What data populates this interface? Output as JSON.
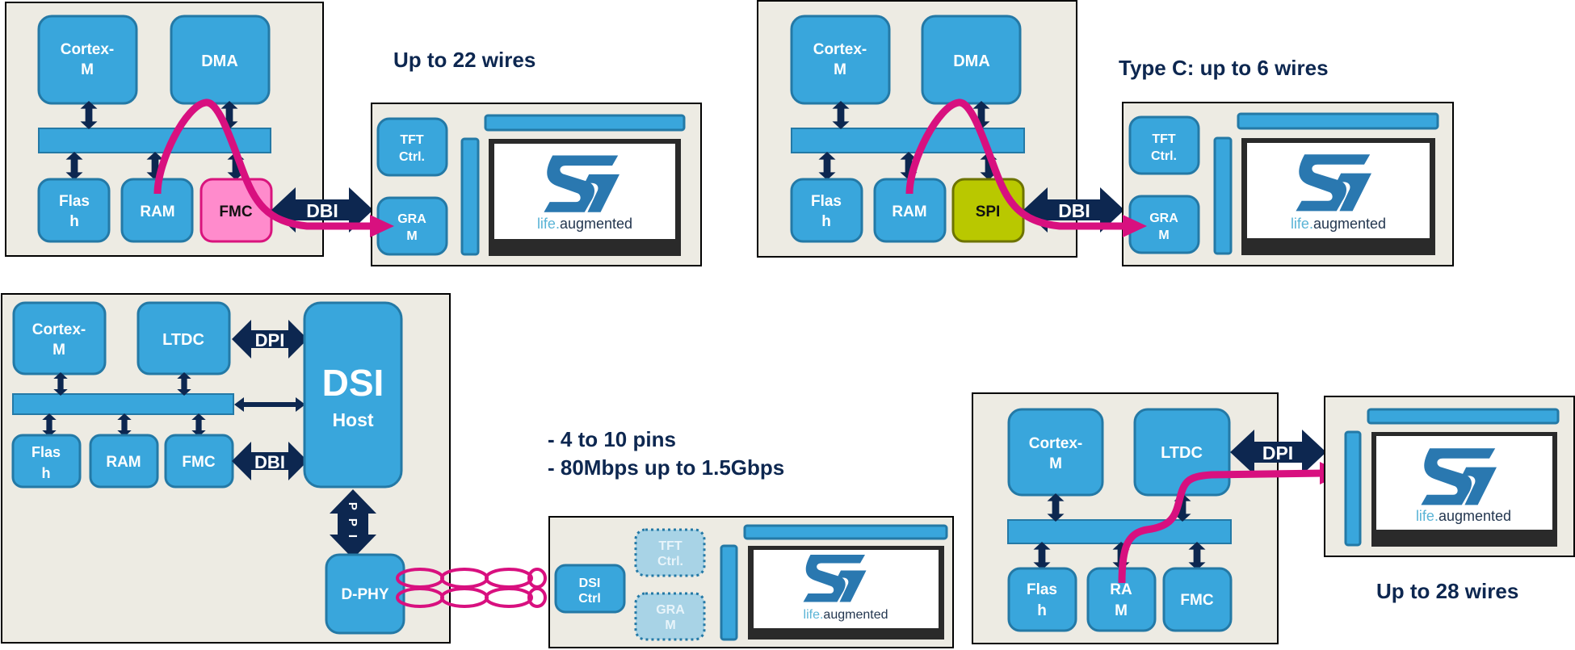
{
  "diagram": {
    "panel_a": {
      "caption": "Up to 22 wires",
      "mcu": {
        "cpu": [
          "Cortex-",
          "M"
        ],
        "dma": "DMA",
        "flash": [
          "Flas",
          "h"
        ],
        "ram": "RAM",
        "ctrl": "FMC"
      },
      "link": "DBI",
      "display": {
        "tft": [
          "TFT",
          "Ctrl."
        ],
        "gram": [
          "GRA",
          "M"
        ]
      }
    },
    "panel_b": {
      "caption": "Type C: up to 6 wires",
      "mcu": {
        "cpu": [
          "Cortex-",
          "M"
        ],
        "dma": "DMA",
        "flash": [
          "Flas",
          "h"
        ],
        "ram": "RAM",
        "ctrl": "SPI"
      },
      "link": "DBI",
      "display": {
        "tft": [
          "TFT",
          "Ctrl."
        ],
        "gram": [
          "GRA",
          "M"
        ]
      }
    },
    "panel_c": {
      "captions": [
        "- 4 to 10 pins",
        "- 80Mbps up to 1.5Gbps"
      ],
      "mcu": {
        "cpu": [
          "Cortex-",
          "M"
        ],
        "ltdc": "LTDC",
        "flash": [
          "Flas",
          "h"
        ],
        "ram": "RAM",
        "fmc": "FMC",
        "dsi_host": [
          "DSI",
          "Host"
        ],
        "dphy": "D-PHY"
      },
      "links": {
        "dpi": "DPI",
        "dbi": "DBI",
        "ppi": "PPI"
      },
      "display": {
        "dsi_ctrl": [
          "DSI",
          "Ctrl"
        ],
        "tft": [
          "TFT",
          "Ctrl."
        ],
        "gram": [
          "GRA",
          "M"
        ]
      }
    },
    "panel_d": {
      "caption": "Up to 28 wires",
      "mcu": {
        "cpu": [
          "Cortex-",
          "M"
        ],
        "ltdc": "LTDC",
        "flash": [
          "Flas",
          "h"
        ],
        "ram": [
          "RA",
          "M"
        ],
        "fmc": "FMC"
      },
      "link": "DPI"
    },
    "logo": {
      "life": "life",
      "dot": ".",
      "augmented": "augmented"
    },
    "colors": {
      "block": "#39a6dc",
      "block_border": "#2479a6",
      "arrow": "#0d2750",
      "dataflow": "#d8107f",
      "fmc": "#ff8bcc",
      "spi": "#b9c800",
      "panel": "#edebe3"
    }
  }
}
